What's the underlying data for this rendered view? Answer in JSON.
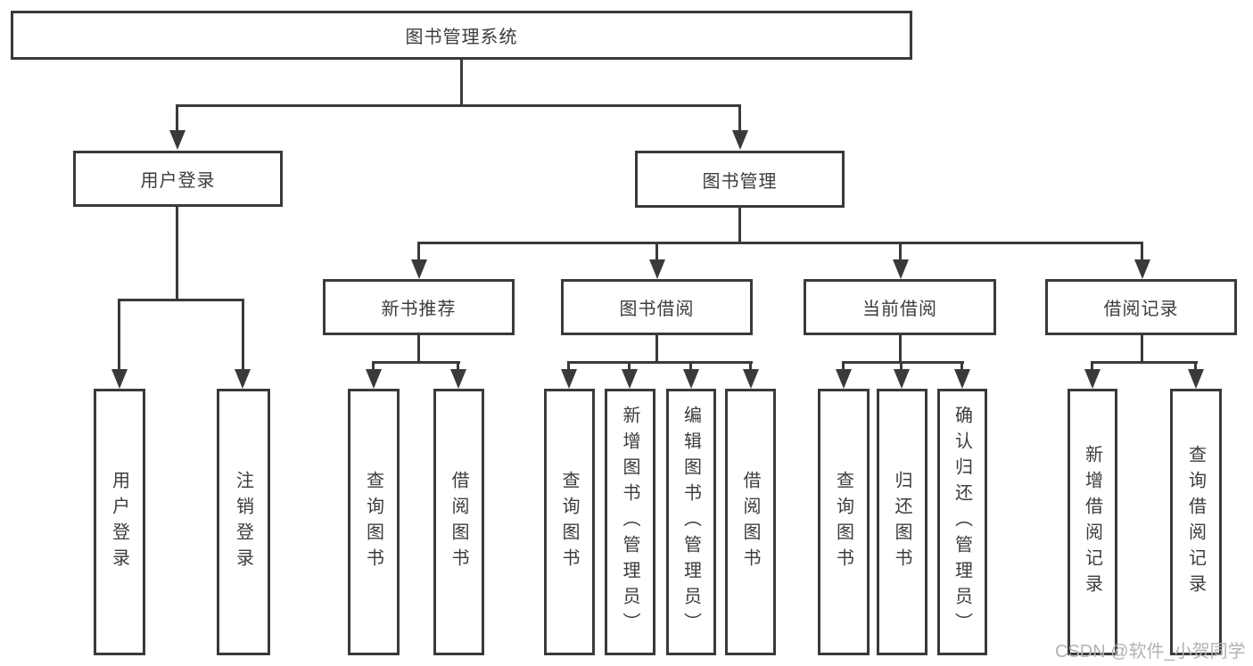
{
  "diagram": {
    "root": {
      "label": "图书管理系统"
    },
    "level2": [
      {
        "label": "用户登录"
      },
      {
        "label": "图书管理"
      }
    ],
    "level3": [
      {
        "label": "新书推荐"
      },
      {
        "label": "图书借阅"
      },
      {
        "label": "当前借阅"
      },
      {
        "label": "借阅记录"
      }
    ],
    "leaves": {
      "user_login": [
        "用户登录",
        "注销登录"
      ],
      "new_book_recommend": [
        "查询图书",
        "借阅图书"
      ],
      "book_borrow": [
        "查询图书",
        "新增图书（管理员）",
        "编辑图书（管理员）",
        "借阅图书"
      ],
      "current_borrow": [
        "查询图书",
        "归还图书",
        "确认归还（管理员）"
      ],
      "borrow_record": [
        "新增借阅记录",
        "查询借阅记录"
      ]
    }
  },
  "watermark": {
    "text": "CSDN @软件_小贺同学"
  },
  "colors": {
    "line": "#3a3a3a",
    "text": "#3c3c3c",
    "background": "#ffffff",
    "watermark": "#b3b3b3"
  }
}
